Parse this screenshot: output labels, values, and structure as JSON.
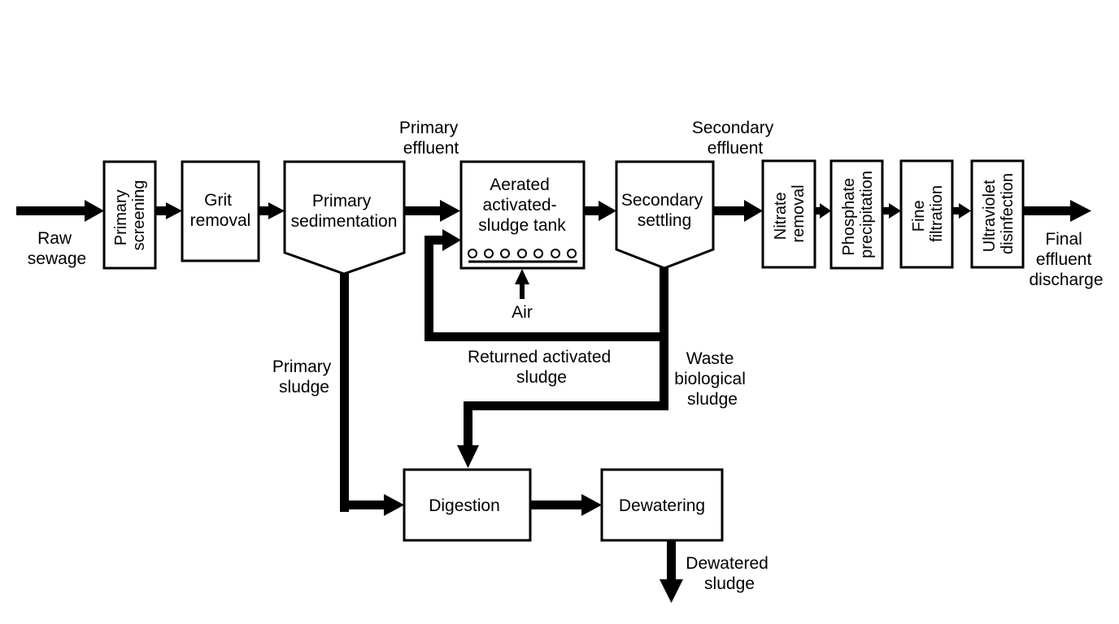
{
  "diagram": {
    "inputs": {
      "raw_sewage": [
        "Raw",
        "sewage"
      ]
    },
    "boxes": {
      "primary_screening": [
        "Primary",
        "screening"
      ],
      "grit_removal": [
        "Grit",
        "removal"
      ],
      "primary_sedimentation": [
        "Primary",
        "sedimentation"
      ],
      "aerated_tank": [
        "Aerated",
        "activated-",
        "sludge tank"
      ],
      "secondary_settling": [
        "Secondary",
        "settling"
      ],
      "nitrate_removal": [
        "Nitrate",
        "removal"
      ],
      "phosphate_precipitation": [
        "Phosphate",
        "precipitation"
      ],
      "fine_filtration": [
        "Fine",
        "filtration"
      ],
      "ultraviolet_disinfection": [
        "Ultraviolet",
        "disinfection"
      ],
      "digestion": "Digestion",
      "dewatering": "Dewatering"
    },
    "flow_labels": {
      "primary_effluent": [
        "Primary",
        "effluent"
      ],
      "secondary_effluent": [
        "Secondary",
        "effluent"
      ],
      "final_effluent": [
        "Final",
        "effluent",
        "discharge"
      ],
      "air": "Air",
      "returned_sludge": [
        "Returned activated",
        "sludge"
      ],
      "waste_sludge": [
        "Waste",
        "biological",
        "sludge"
      ],
      "primary_sludge": [
        "Primary",
        "sludge"
      ],
      "dewatered_sludge": [
        "Dewatered",
        "sludge"
      ]
    }
  }
}
